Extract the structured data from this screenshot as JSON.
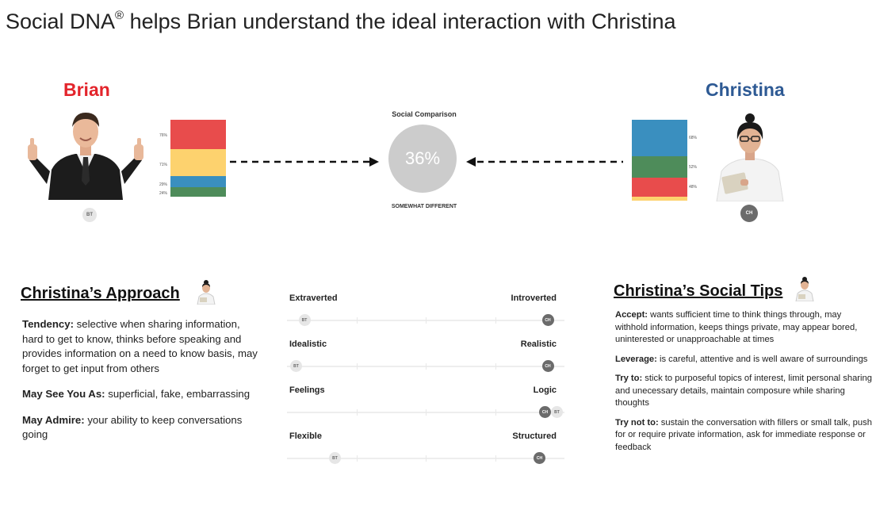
{
  "title": {
    "main": "Social DNA",
    "reg": "®",
    "rest": " helps Brian understand the ideal interaction with Christina"
  },
  "brian": {
    "name": "Brian",
    "initials": "BT",
    "bar_labels": [
      "76%",
      "71%",
      "29%",
      "24%"
    ]
  },
  "christina": {
    "name": "Christina",
    "initials": "CH",
    "bar_labels": [
      "68%",
      "52%",
      "48%"
    ]
  },
  "comparison": {
    "title": "Social Comparison",
    "value": "36%",
    "label": "SOMEWHAT DIFFERENT"
  },
  "approach": {
    "title": "Christina’s Approach",
    "items": [
      {
        "label": "Tendency:",
        "text": " selective when sharing information, hard to get to know, thinks before speaking and provides information on a need to know basis, may forget to get input from others"
      },
      {
        "label": "May See You As:",
        "text": " superficial, fake, embarrassing"
      },
      {
        "label": "May Admire:",
        "text": " your ability to keep conversations going"
      }
    ]
  },
  "scales": [
    {
      "left": "Extraverted",
      "right": "Introverted",
      "bt_position": 0.03,
      "ch_position": 0.97
    },
    {
      "left": "Idealistic",
      "right": "Realistic",
      "bt_position": 0.0,
      "ch_position": 0.97
    },
    {
      "left": "Feelings",
      "right": "Logic",
      "bt_position": 0.94,
      "ch_position": 0.96
    },
    {
      "left": "Flexible",
      "right": "Structured",
      "bt_position": 0.14,
      "ch_position": 0.94
    }
  ],
  "tips": {
    "title": "Christina’s Social Tips",
    "items": [
      {
        "label": "Accept:",
        "text": " wants sufficient time to think things through, may withhold information, keeps things private, may appear bored, uninterested or unapproachable at times"
      },
      {
        "label": "Leverage:",
        "text": " is careful, attentive and is well aware of surroundings"
      },
      {
        "label": "Try to:",
        "text": " stick to purposeful topics of interest, limit personal sharing and unecessary details, maintain composure while sharing thoughts"
      },
      {
        "label": "Try not to:",
        "text": " sustain the conversation with fillers or small talk, push for or require private information, ask for immediate response or feedback"
      }
    ]
  },
  "colors": {
    "red": "#e84c4c",
    "yellow": "#fdd26e",
    "blue": "#3a8fbf",
    "green": "#4e8c5a",
    "brian_name": "#e3242b",
    "christina_name": "#2e5a94"
  }
}
